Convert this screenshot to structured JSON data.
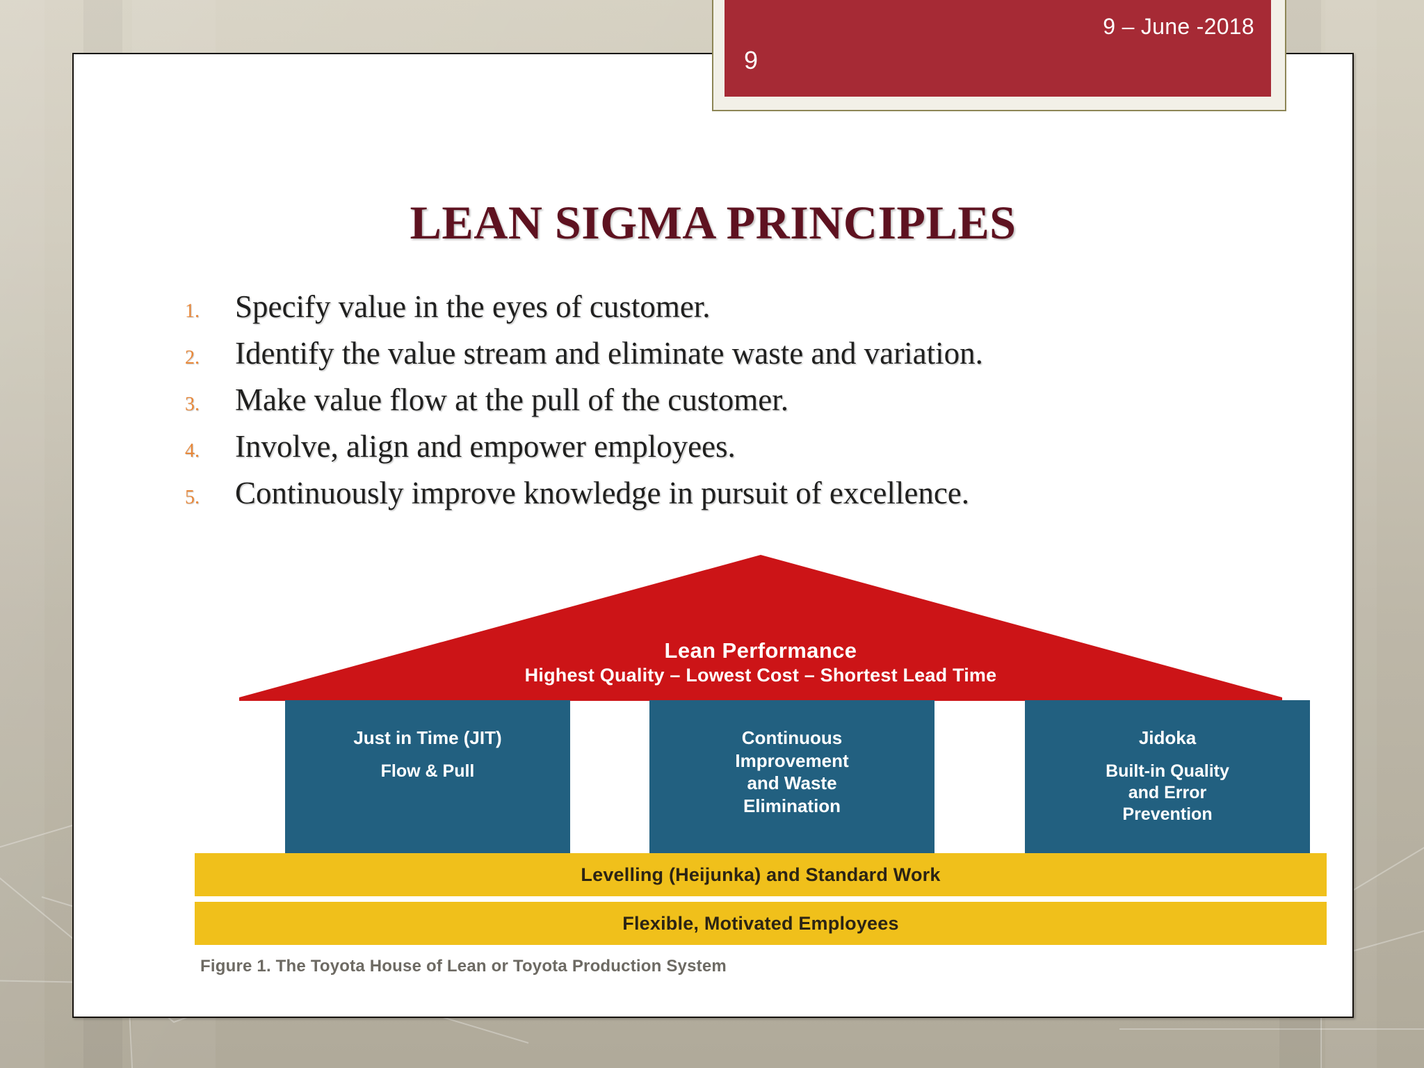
{
  "banner": {
    "date": "9 – June -2018",
    "slide_number": "9",
    "color": "#a62a35"
  },
  "slide": {
    "title": "LEAN SIGMA PRINCIPLES",
    "title_color": "#5e1220",
    "background": "#ffffff"
  },
  "principles": {
    "number_color": "#e8883a",
    "items": [
      {
        "number": "1.",
        "text": "Specify value in the eyes of customer."
      },
      {
        "number": "2.",
        "text": "Identify the value stream and eliminate waste and variation."
      },
      {
        "number": "3.",
        "text": "Make value flow at the pull of the customer."
      },
      {
        "number": "4.",
        "text": "Involve, align and empower employees."
      },
      {
        "number": "5.",
        "text": "Continuously improve knowledge in pursuit of excellence."
      }
    ]
  },
  "figure": {
    "caption": "Figure 1. The Toyota House of Lean or Toyota Production System",
    "roof": {
      "color": "#cc1417",
      "title": "Lean Performance",
      "subtitle": "Highest Quality – Lowest Cost – Shortest Lead Time"
    },
    "pillars": [
      {
        "heading": "Just in Time (JIT)",
        "sub": "Flow & Pull",
        "color": "#226080"
      },
      {
        "heading": "Continuous\nImprovement\nand Waste\nElimination",
        "heading_line_1": "Continuous",
        "heading_line_2": "Improvement",
        "heading_line_3": "and Waste",
        "heading_line_4": "Elimination",
        "sub": "",
        "color": "#226080"
      },
      {
        "heading": "Jidoka",
        "sub": "Built-in Quality\nand Error\nPrevention",
        "sub_line_1": "Built-in Quality",
        "sub_line_2": "and Error",
        "sub_line_3": "Prevention",
        "color": "#226080"
      }
    ],
    "foundations": [
      {
        "label": "Levelling (Heijunka) and Standard Work",
        "color": "#f0c01b"
      },
      {
        "label": "Flexible, Motivated Employees",
        "color": "#f0c01b"
      }
    ]
  }
}
